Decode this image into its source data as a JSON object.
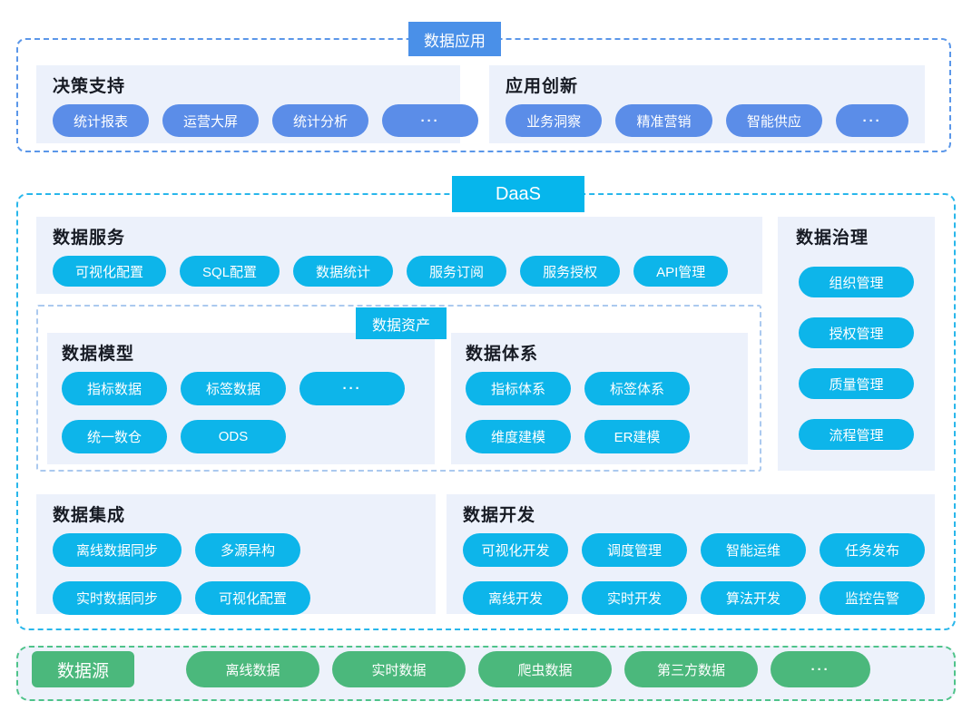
{
  "colors": {
    "app_blue": "#4a90e8",
    "app_pill_blue": "#5b8de8",
    "daas_cyan": "#0db5ea",
    "source_green": "#4bb87c",
    "panel_bg": "#ecf1fb"
  },
  "app": {
    "badge": "数据应用",
    "decision": {
      "title": "决策支持",
      "pills": [
        "统计报表",
        "运营大屏",
        "统计分析",
        "···"
      ]
    },
    "innovation": {
      "title": "应用创新",
      "pills": [
        "业务洞察",
        "精准营销",
        "智能供应",
        "···"
      ]
    }
  },
  "daas": {
    "badge": "DaaS",
    "service": {
      "title": "数据服务",
      "pills": [
        "可视化配置",
        "SQL配置",
        "数据统计",
        "服务订阅",
        "服务授权",
        "API管理"
      ]
    },
    "governance": {
      "title": "数据治理",
      "pills": [
        "组织管理",
        "授权管理",
        "质量管理",
        "流程管理"
      ]
    },
    "asset": {
      "badge": "数据资产",
      "model": {
        "title": "数据模型",
        "row1": [
          "指标数据",
          "标签数据",
          "···"
        ],
        "row2": [
          "统一数仓",
          "ODS"
        ]
      },
      "system": {
        "title": "数据体系",
        "row1": [
          "指标体系",
          "标签体系"
        ],
        "row2": [
          "维度建模",
          "ER建模"
        ]
      }
    },
    "integration": {
      "title": "数据集成",
      "row1": [
        "离线数据同步",
        "多源异构"
      ],
      "row2": [
        "实时数据同步",
        "可视化配置"
      ]
    },
    "development": {
      "title": "数据开发",
      "row1": [
        "可视化开发",
        "调度管理",
        "智能运维",
        "任务发布"
      ],
      "row2": [
        "离线开发",
        "实时开发",
        "算法开发",
        "监控告警"
      ]
    }
  },
  "source": {
    "badge": "数据源",
    "pills": [
      "离线数据",
      "实时数据",
      "爬虫数据",
      "第三方数据",
      "···"
    ]
  }
}
